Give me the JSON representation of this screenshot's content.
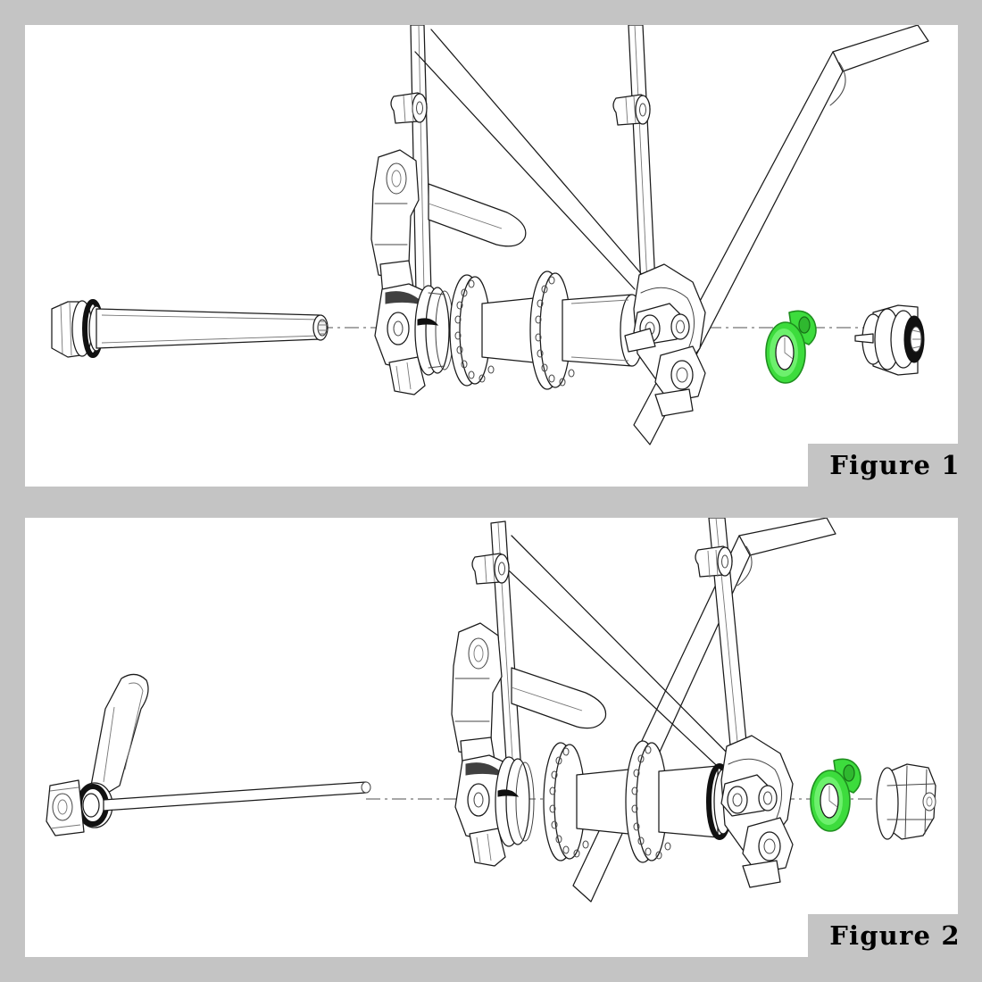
{
  "document": {
    "type": "technical-exploded-diagram",
    "subject": "Bicycle rear hub axle installation",
    "background_color": "#c4c4c4",
    "panel_color": "#ffffff"
  },
  "figures": [
    {
      "id": "figure-1",
      "label": "Figure 1",
      "caption_background": "#c4c4c4",
      "axle_type": "thru-axle",
      "parts": [
        {
          "name": "thru-axle-shaft",
          "highlight": false
        },
        {
          "name": "rear-hub",
          "highlight": false
        },
        {
          "name": "disc-brake-caliper",
          "highlight": false
        },
        {
          "name": "left-dropout",
          "highlight": false
        },
        {
          "name": "right-dropout",
          "highlight": false
        },
        {
          "name": "seat-stay",
          "highlight": false
        },
        {
          "name": "chain-stay",
          "highlight": false
        },
        {
          "name": "green-spacer-washer",
          "highlight": true,
          "color": "#3ddc3d"
        },
        {
          "name": "thru-axle-end-nut",
          "highlight": false
        }
      ]
    },
    {
      "id": "figure-2",
      "label": "Figure 2",
      "caption_background": "#c4c4c4",
      "axle_type": "quick-release-skewer",
      "parts": [
        {
          "name": "quick-release-lever",
          "highlight": false
        },
        {
          "name": "skewer-rod",
          "highlight": false
        },
        {
          "name": "rear-hub",
          "highlight": false
        },
        {
          "name": "disc-brake-caliper",
          "highlight": false
        },
        {
          "name": "left-dropout",
          "highlight": false
        },
        {
          "name": "right-dropout",
          "highlight": false
        },
        {
          "name": "seat-stay",
          "highlight": false
        },
        {
          "name": "chain-stay",
          "highlight": false
        },
        {
          "name": "green-spacer-washer",
          "highlight": true,
          "color": "#3ddc3d"
        },
        {
          "name": "quick-release-nut",
          "highlight": false
        }
      ]
    }
  ],
  "colors": {
    "background": "#c4c4c4",
    "panel": "#ffffff",
    "line_art": "#1a1a1a",
    "centerline": "#8a8a8a",
    "highlight_green": "#3ddc3d",
    "highlight_green_dark": "#1f8f1f"
  }
}
